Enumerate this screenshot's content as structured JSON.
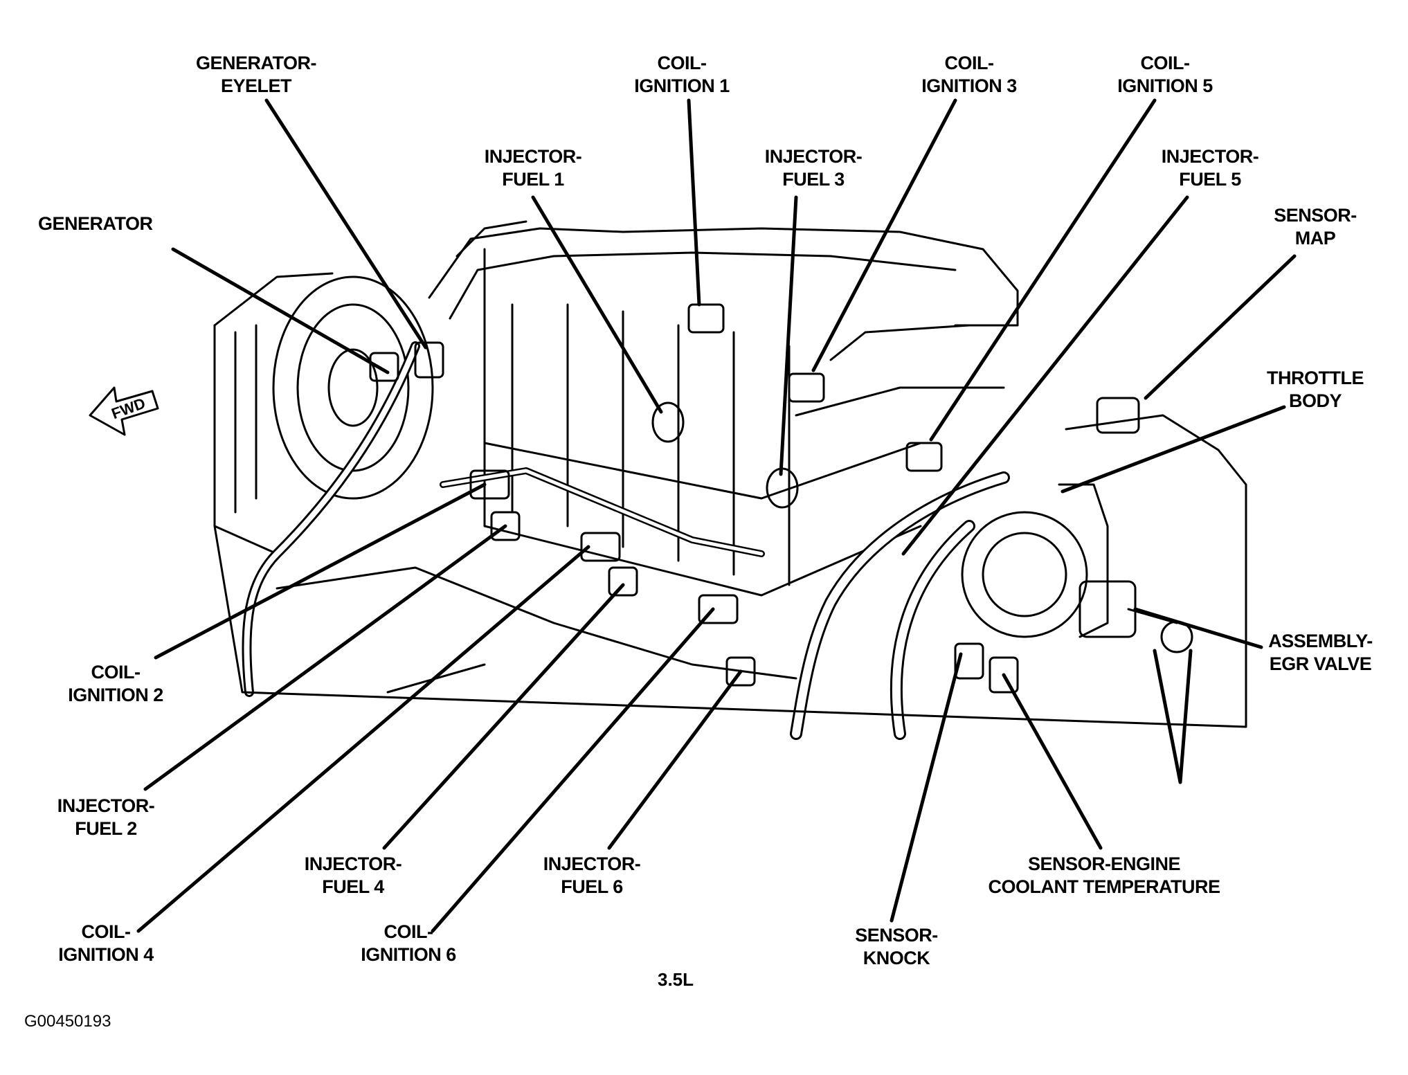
{
  "labels": {
    "generator_eyelet": [
      "GENERATOR-",
      "EYELET"
    ],
    "generator": [
      "GENERATOR"
    ],
    "coil_ignition_1": [
      "COIL-",
      "IGNITION 1"
    ],
    "coil_ignition_3": [
      "COIL-",
      "IGNITION 3"
    ],
    "coil_ignition_5": [
      "COIL-",
      "IGNITION 5"
    ],
    "injector_fuel_1": [
      "INJECTOR-",
      "FUEL 1"
    ],
    "injector_fuel_3": [
      "INJECTOR-",
      "FUEL 3"
    ],
    "injector_fuel_5": [
      "INJECTOR-",
      "FUEL 5"
    ],
    "sensor_map": [
      "SENSOR-",
      "MAP"
    ],
    "throttle_body": [
      "THROTTLE",
      "BODY"
    ],
    "assembly_egr_valve": [
      "ASSEMBLY-",
      "EGR VALVE"
    ],
    "coil_ignition_2": [
      "COIL-",
      "IGNITION 2"
    ],
    "injector_fuel_2": [
      "INJECTOR-",
      "FUEL 2"
    ],
    "coil_ignition_4": [
      "COIL-",
      "IGNITION 4"
    ],
    "injector_fuel_4": [
      "INJECTOR-",
      "FUEL 4"
    ],
    "coil_ignition_6": [
      "COIL-",
      "IGNITION 6"
    ],
    "injector_fuel_6": [
      "INJECTOR-",
      "FUEL 6"
    ],
    "sensor_engine_coolant_temperature": [
      "SENSOR-ENGINE",
      "COOLANT TEMPERATURE"
    ],
    "sensor_knock": [
      "SENSOR-",
      "KNOCK"
    ]
  },
  "fwd_arrow_text": "FWD",
  "engine_caption": "3.5L",
  "figure_id": "G00450193",
  "colors": {
    "ink": "#000000",
    "paper": "#ffffff"
  }
}
